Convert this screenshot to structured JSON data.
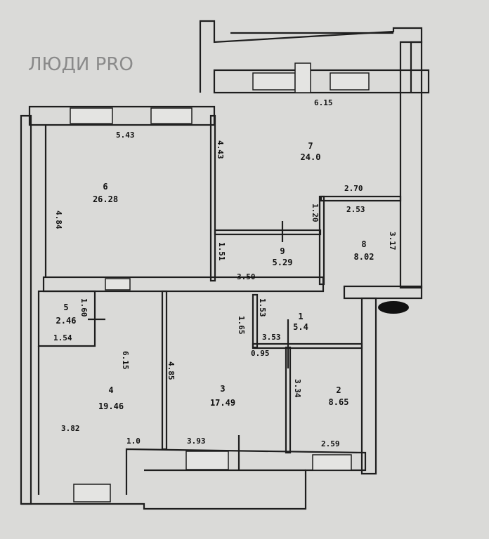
{
  "title": "Floor plan",
  "watermark": "ЛЮДИ PRO",
  "rooms": [
    {
      "number": "1",
      "area": "5.4"
    },
    {
      "number": "2",
      "area": "8.65"
    },
    {
      "number": "3",
      "area": "17.49"
    },
    {
      "number": "4",
      "area": "19.46"
    },
    {
      "number": "5",
      "area": "2.46"
    },
    {
      "number": "6",
      "area": "26.28"
    },
    {
      "number": "7",
      "area": "24.0"
    },
    {
      "number": "8",
      "area": "8.02"
    },
    {
      "number": "9",
      "area": "5.29"
    }
  ],
  "dimensions": {
    "d615_top": "6.15",
    "d543": "5.43",
    "d484": "4.84",
    "d443": "4.43",
    "d270": "2.70",
    "d253": "2.53",
    "d120": "1.20",
    "d317": "3.17",
    "d15x": "1.51",
    "d350": "3.50",
    "d160": "1.60",
    "d154": "1.54",
    "d615_v": "6.15",
    "d485": "4.85",
    "d165": "1.65",
    "d153": "1.53",
    "d353": "3.53",
    "d095": "0.95",
    "d334": "3.34",
    "d382": "3.82",
    "d10": "1.0",
    "d393": "3.93",
    "d259": "2.59"
  }
}
